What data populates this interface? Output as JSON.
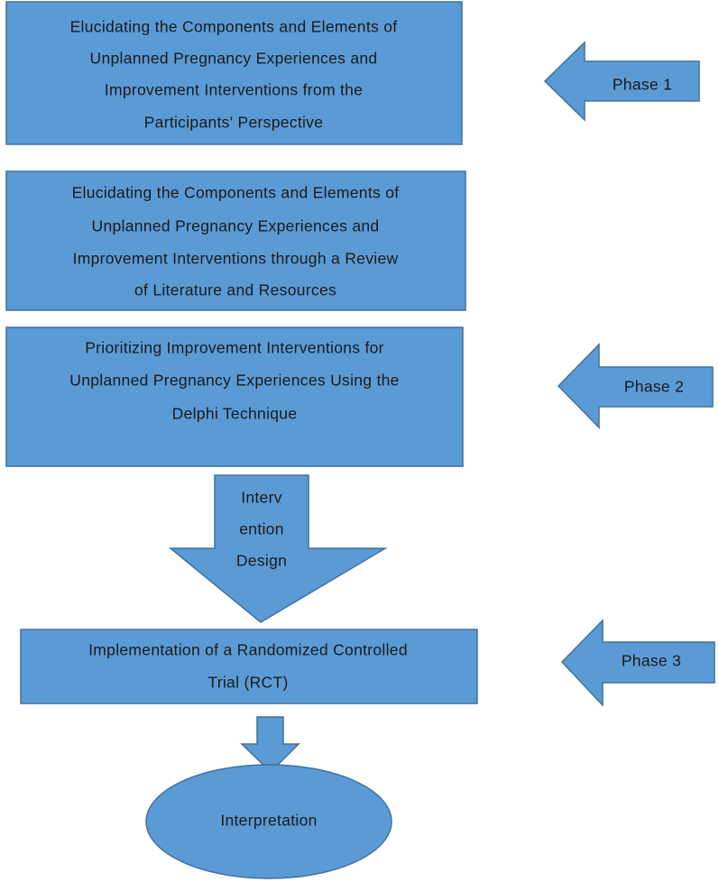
{
  "boxes": {
    "box1": {
      "lines": [
        "Elucidating the Components and Elements of",
        "Unplanned Pregnancy Experiences and",
        "Improvement Interventions from the",
        "Participants' Perspective"
      ]
    },
    "box2": {
      "lines": [
        "Elucidating the Components and Elements of",
        "Unplanned Pregnancy Experiences and",
        "Improvement Interventions through a Review",
        "of Literature and Resources"
      ]
    },
    "box3": {
      "lines": [
        "Prioritizing Improvement Interventions for",
        "Unplanned Pregnancy Experiences Using the",
        "Delphi Technique"
      ]
    },
    "box4": {
      "lines": [
        "Implementation of a Randomized Controlled",
        "Trial (RCT)"
      ]
    }
  },
  "design_arrow": {
    "lines": [
      "Interv",
      "ention",
      "Design"
    ]
  },
  "terminal": {
    "label": "Interpretation"
  },
  "phases": [
    {
      "label": "Phase 1"
    },
    {
      "label": "Phase 2"
    },
    {
      "label": "Phase 3"
    }
  ],
  "colors": {
    "shape_fill": "#5b9bd5",
    "shape_stroke": "#41719c",
    "text": "#1a1a1a"
  }
}
